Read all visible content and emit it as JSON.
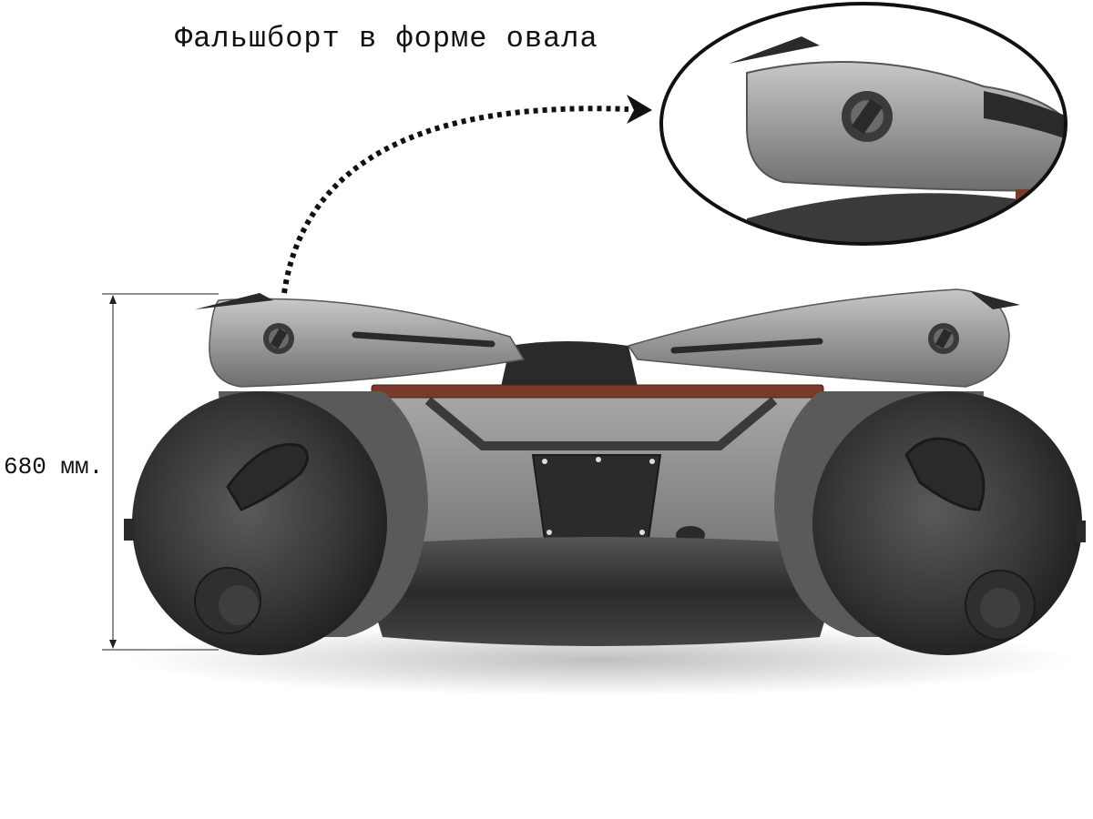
{
  "caption": "Фальшборт в форме овала",
  "dimension": {
    "label": "680 мм."
  },
  "colors": {
    "tube_dark": "#3a3a3a",
    "tube_light": "#9a9a9a",
    "hull_grey": "#8e8e8e",
    "wood_seat": "#7a3a2a",
    "background": "#ffffff"
  },
  "icons": {
    "valve": "valve-icon",
    "arrow": "dotted-arrow-icon",
    "callout": "zoom-callout"
  }
}
